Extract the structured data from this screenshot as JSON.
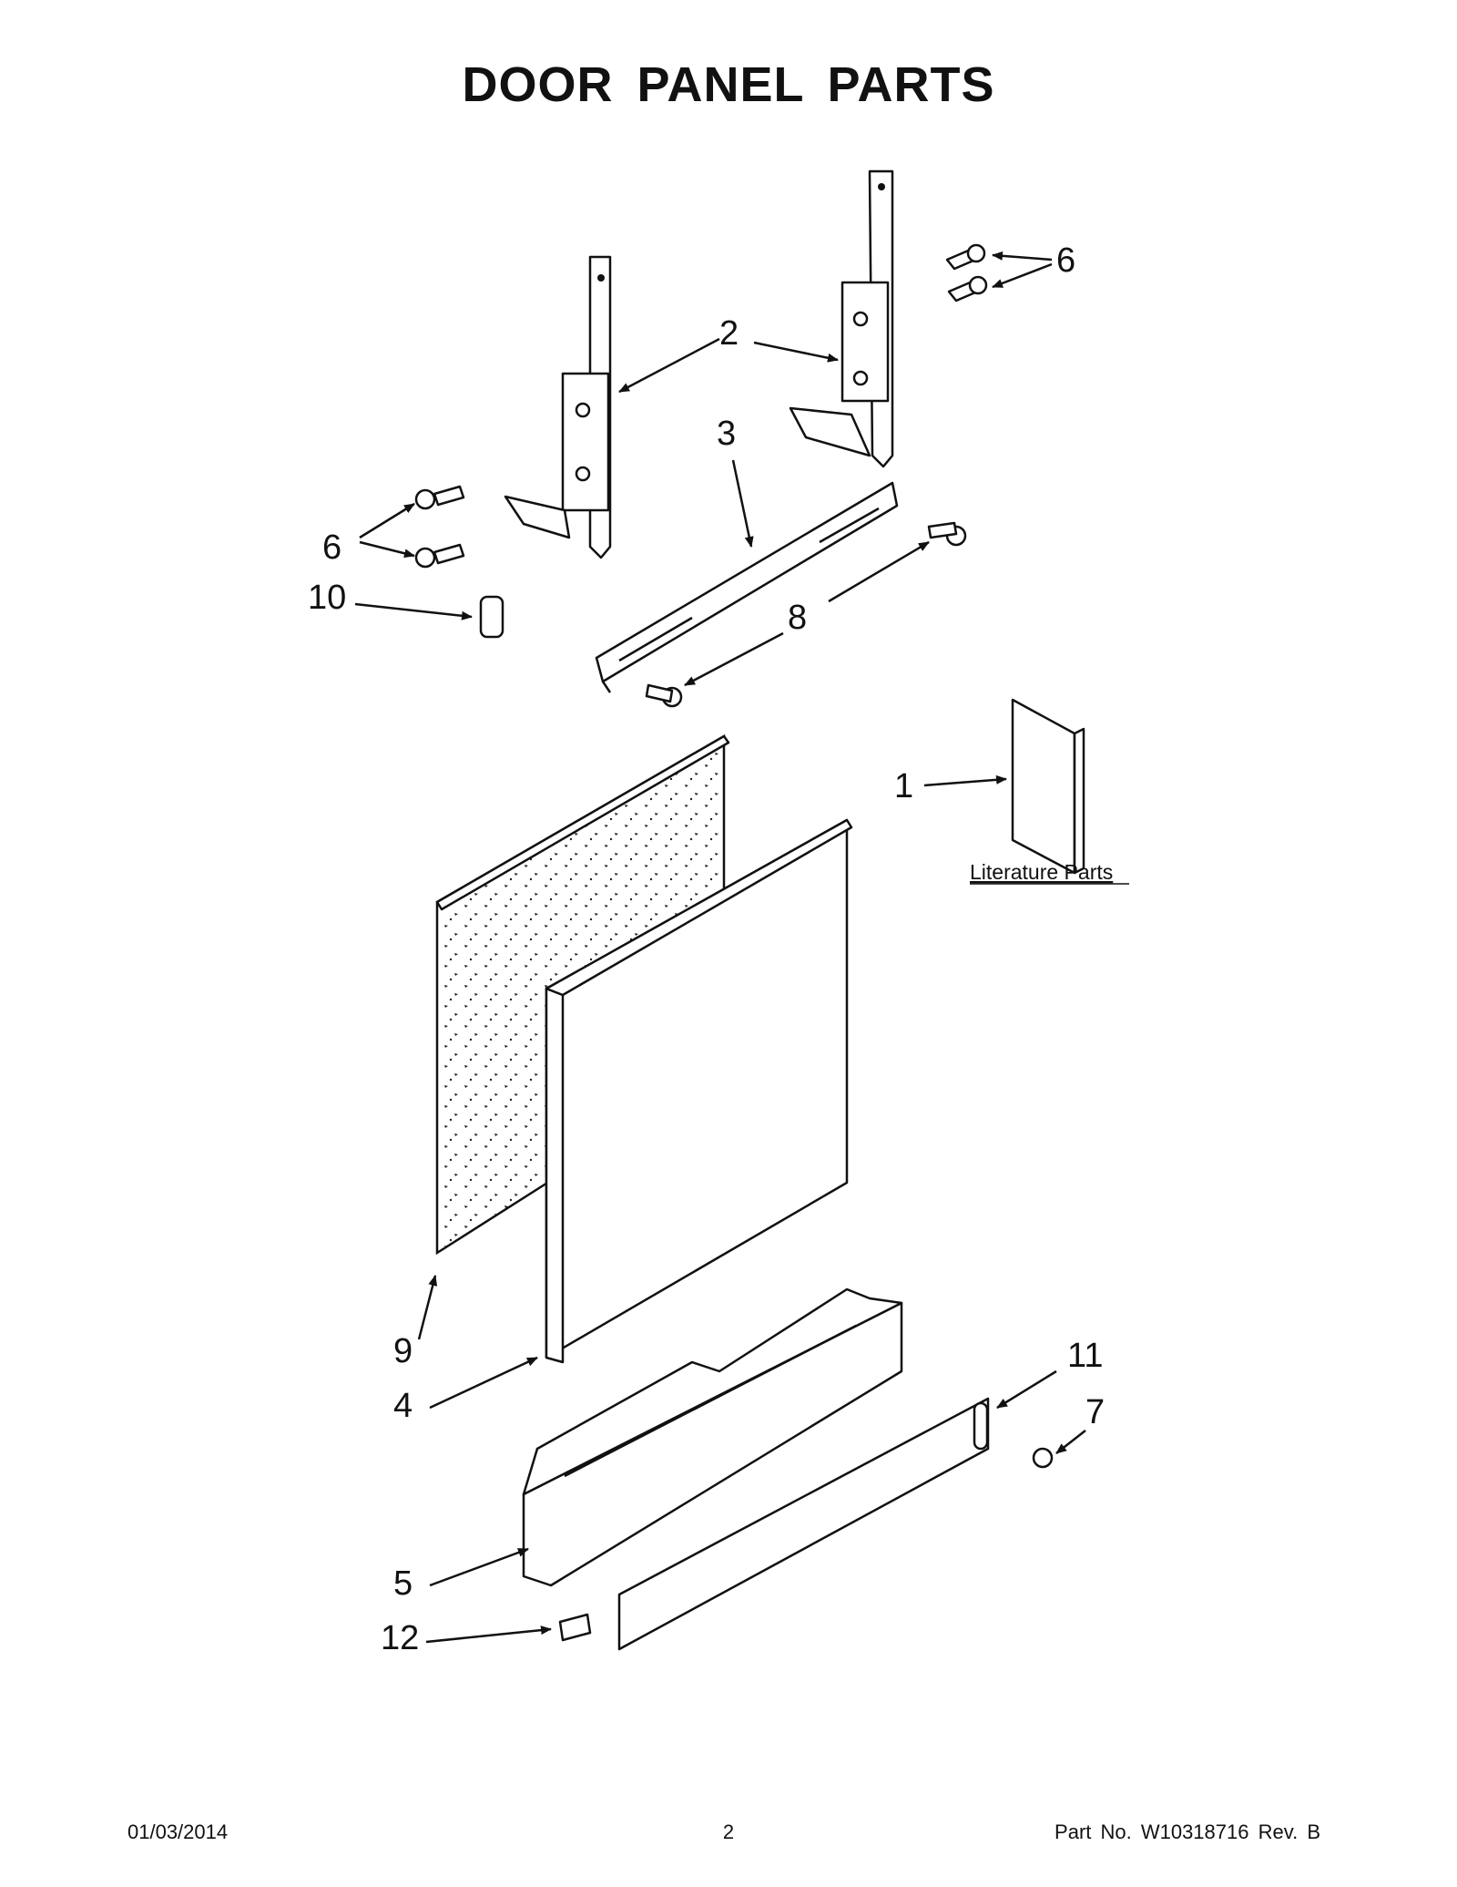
{
  "title": "DOOR PANEL PARTS",
  "callouts": {
    "c1": "1",
    "c2": "2",
    "c3": "3",
    "c4": "4",
    "c5": "5",
    "c6a": "6",
    "c6b": "6",
    "c7": "7",
    "c8": "8",
    "c9": "9",
    "c10": "10",
    "c11": "11",
    "c12": "12"
  },
  "literature_label": "Literature Parts",
  "footer": {
    "date": "01/03/2014",
    "page": "2",
    "part_no": "Part No.  W10318716  Rev.  B"
  }
}
